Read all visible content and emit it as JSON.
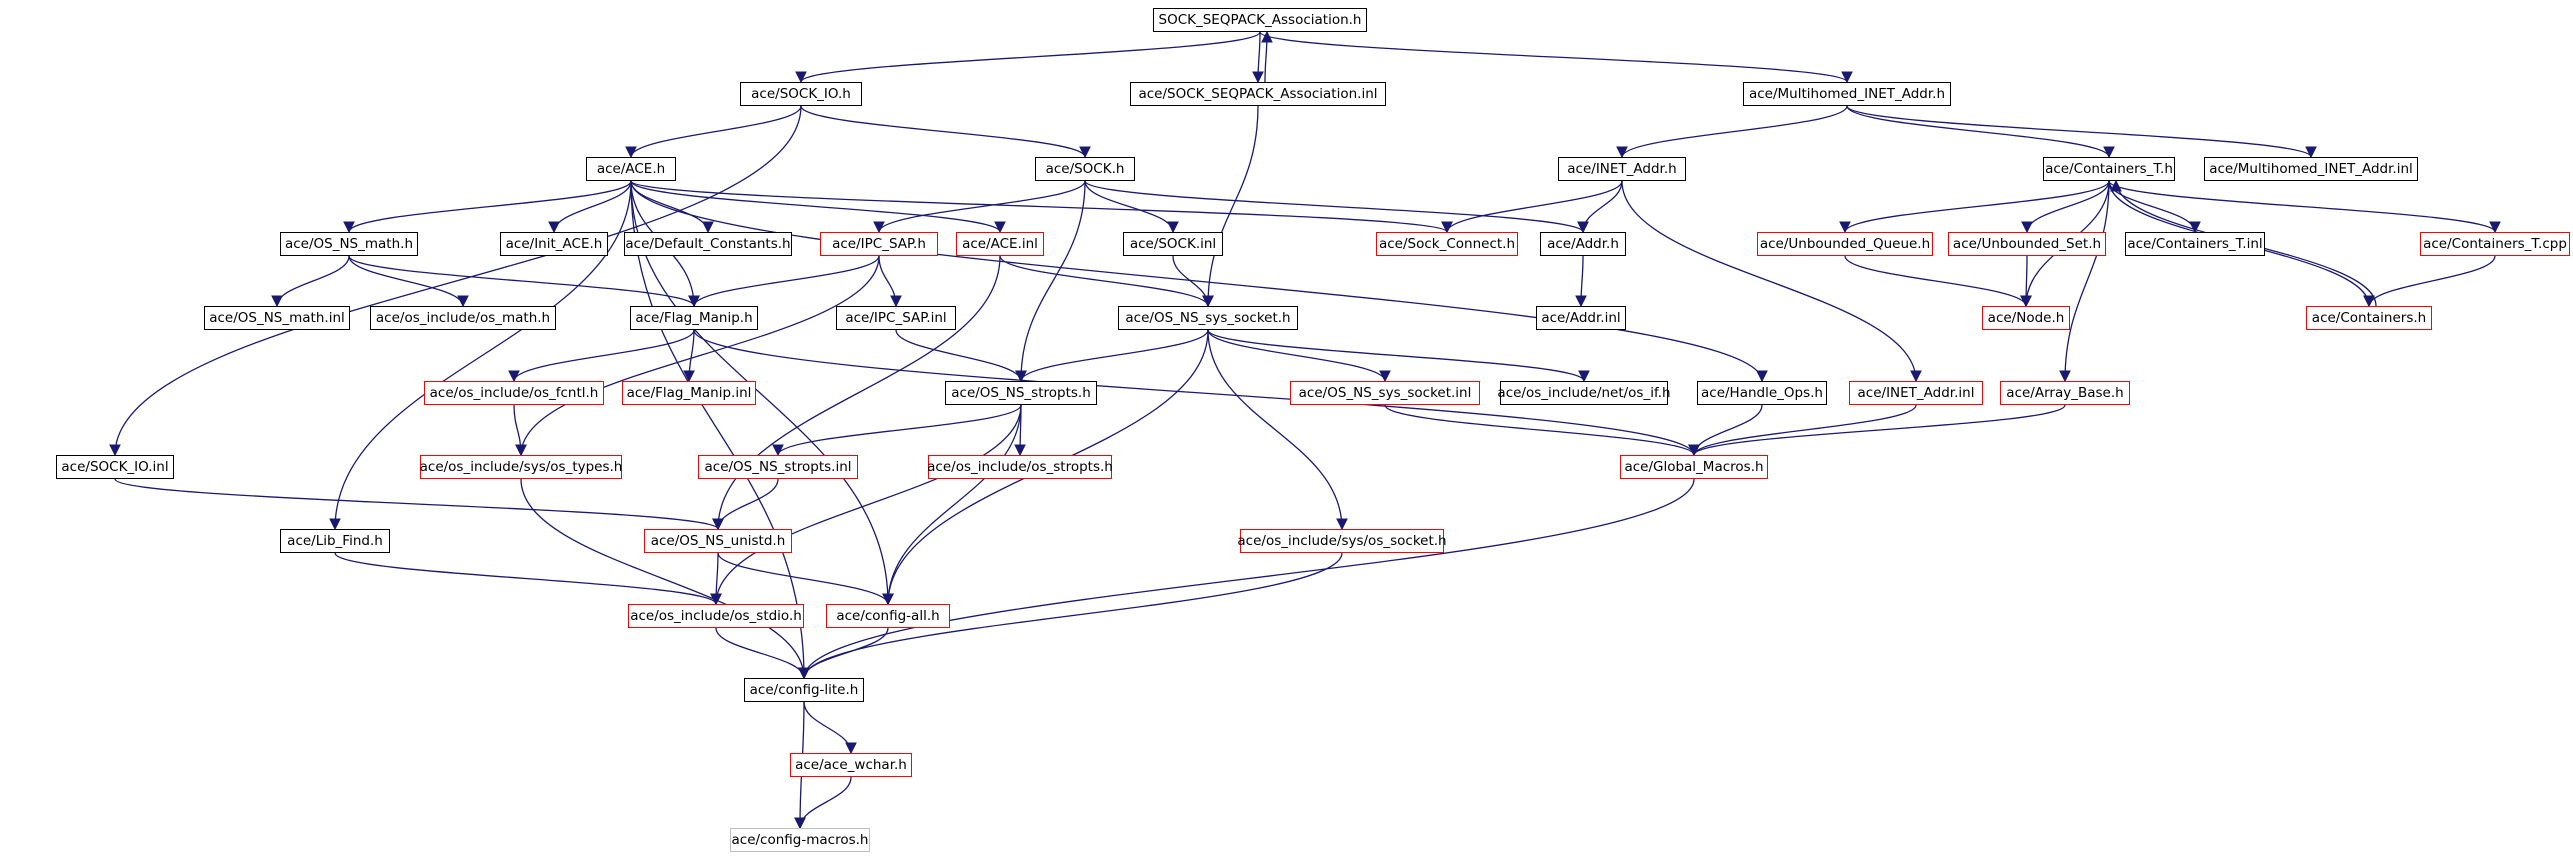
{
  "diagram": {
    "type": "include-dependency-graph",
    "edge_color": "#191970",
    "legend_colors": {
      "normal_border": "#000000",
      "incomplete_border": "#ff0000",
      "root_fill": "#bfbfbf",
      "external_border": "#bfbfbf"
    },
    "nodes": {
      "sock_seqpack_association_h": {
        "label": "SOCK_SEQPACK_Association.h",
        "style": "root"
      },
      "sock_io_h": {
        "label": "ace/SOCK_IO.h",
        "style": "normal"
      },
      "sock_seqpack_association_inl": {
        "label": "ace/SOCK_SEQPACK_Association.inl",
        "style": "normal"
      },
      "multihomed_inet_addr_h": {
        "label": "ace/Multihomed_INET_Addr.h",
        "style": "normal"
      },
      "ace_h": {
        "label": "ace/ACE.h",
        "style": "normal"
      },
      "sock_h": {
        "label": "ace/SOCK.h",
        "style": "normal"
      },
      "inet_addr_h": {
        "label": "ace/INET_Addr.h",
        "style": "normal"
      },
      "containers_t_h": {
        "label": "ace/Containers_T.h",
        "style": "normal"
      },
      "multihomed_inet_addr_inl": {
        "label": "ace/Multihomed_INET_Addr.inl",
        "style": "normal"
      },
      "os_ns_math_h": {
        "label": "ace/OS_NS_math.h",
        "style": "normal"
      },
      "init_ace_h": {
        "label": "ace/Init_ACE.h",
        "style": "normal"
      },
      "default_constants_h": {
        "label": "ace/Default_Constants.h",
        "style": "normal"
      },
      "ipc_sap_h": {
        "label": "ace/IPC_SAP.h",
        "style": "incomplete"
      },
      "ace_inl": {
        "label": "ace/ACE.inl",
        "style": "incomplete"
      },
      "sock_inl": {
        "label": "ace/SOCK.inl",
        "style": "normal"
      },
      "sock_connect_h": {
        "label": "ace/Sock_Connect.h",
        "style": "incomplete"
      },
      "addr_h": {
        "label": "ace/Addr.h",
        "style": "normal"
      },
      "unbounded_queue_h": {
        "label": "ace/Unbounded_Queue.h",
        "style": "incomplete"
      },
      "unbounded_set_h": {
        "label": "ace/Unbounded_Set.h",
        "style": "incomplete"
      },
      "containers_t_inl": {
        "label": "ace/Containers_T.inl",
        "style": "normal"
      },
      "containers_t_cpp": {
        "label": "ace/Containers_T.cpp",
        "style": "incomplete"
      },
      "os_ns_math_inl": {
        "label": "ace/OS_NS_math.inl",
        "style": "normal"
      },
      "os_math_h": {
        "label": "ace/os_include/os_math.h",
        "style": "normal"
      },
      "flag_manip_h": {
        "label": "ace/Flag_Manip.h",
        "style": "normal"
      },
      "ipc_sap_inl": {
        "label": "ace/IPC_SAP.inl",
        "style": "normal"
      },
      "os_ns_sys_socket_h": {
        "label": "ace/OS_NS_sys_socket.h",
        "style": "normal"
      },
      "addr_inl": {
        "label": "ace/Addr.inl",
        "style": "normal"
      },
      "node_h": {
        "label": "ace/Node.h",
        "style": "incomplete"
      },
      "containers_h": {
        "label": "ace/Containers.h",
        "style": "incomplete"
      },
      "os_fcntl_h": {
        "label": "ace/os_include/os_fcntl.h",
        "style": "incomplete"
      },
      "flag_manip_inl": {
        "label": "ace/Flag_Manip.inl",
        "style": "incomplete"
      },
      "os_ns_stropts_h": {
        "label": "ace/OS_NS_stropts.h",
        "style": "normal"
      },
      "os_ns_sys_socket_inl": {
        "label": "ace/OS_NS_sys_socket.inl",
        "style": "incomplete"
      },
      "os_if_h": {
        "label": "ace/os_include/net/os_if.h",
        "style": "normal"
      },
      "handle_ops_h": {
        "label": "ace/Handle_Ops.h",
        "style": "normal"
      },
      "inet_addr_inl": {
        "label": "ace/INET_Addr.inl",
        "style": "incomplete"
      },
      "array_base_h": {
        "label": "ace/Array_Base.h",
        "style": "incomplete"
      },
      "sock_io_inl": {
        "label": "ace/SOCK_IO.inl",
        "style": "normal"
      },
      "os_types_h": {
        "label": "ace/os_include/sys/os_types.h",
        "style": "incomplete"
      },
      "os_ns_stropts_inl": {
        "label": "ace/OS_NS_stropts.inl",
        "style": "incomplete"
      },
      "os_stropts_h": {
        "label": "ace/os_include/os_stropts.h",
        "style": "incomplete"
      },
      "global_macros_h": {
        "label": "ace/Global_Macros.h",
        "style": "incomplete"
      },
      "lib_find_h": {
        "label": "ace/Lib_Find.h",
        "style": "normal"
      },
      "os_ns_unistd_h": {
        "label": "ace/OS_NS_unistd.h",
        "style": "incomplete"
      },
      "os_socket_h": {
        "label": "ace/os_include/sys/os_socket.h",
        "style": "incomplete"
      },
      "os_stdio_h": {
        "label": "ace/os_include/os_stdio.h",
        "style": "incomplete"
      },
      "config_all_h": {
        "label": "ace/config-all.h",
        "style": "incomplete"
      },
      "config_lite_h": {
        "label": "ace/config-lite.h",
        "style": "normal"
      },
      "ace_wchar_h": {
        "label": "ace/ace_wchar.h",
        "style": "incomplete"
      },
      "config_macros_h": {
        "label": "ace/config-macros.h",
        "style": "external"
      }
    },
    "edges": [
      [
        "sock_seqpack_association_h",
        "sock_io_h"
      ],
      [
        "sock_seqpack_association_h",
        "sock_seqpack_association_inl"
      ],
      [
        "sock_seqpack_association_inl",
        "sock_seqpack_association_h"
      ],
      [
        "sock_seqpack_association_h",
        "multihomed_inet_addr_h"
      ],
      [
        "sock_io_h",
        "ace_h"
      ],
      [
        "sock_io_h",
        "sock_h"
      ],
      [
        "sock_io_h",
        "sock_io_inl"
      ],
      [
        "sock_seqpack_association_inl",
        "os_ns_sys_socket_h"
      ],
      [
        "multihomed_inet_addr_h",
        "inet_addr_h"
      ],
      [
        "multihomed_inet_addr_h",
        "containers_t_h"
      ],
      [
        "multihomed_inet_addr_h",
        "multihomed_inet_addr_inl"
      ],
      [
        "ace_h",
        "os_ns_math_h"
      ],
      [
        "ace_h",
        "init_ace_h"
      ],
      [
        "ace_h",
        "default_constants_h"
      ],
      [
        "ace_h",
        "ace_inl"
      ],
      [
        "ace_h",
        "sock_connect_h"
      ],
      [
        "ace_h",
        "flag_manip_h"
      ],
      [
        "ace_h",
        "handle_ops_h"
      ],
      [
        "ace_h",
        "lib_find_h"
      ],
      [
        "ace_h",
        "config_lite_h"
      ],
      [
        "ace_h",
        "config_all_h"
      ],
      [
        "sock_h",
        "ipc_sap_h"
      ],
      [
        "sock_h",
        "sock_inl"
      ],
      [
        "sock_h",
        "addr_h"
      ],
      [
        "sock_h",
        "os_ns_stropts_h"
      ],
      [
        "inet_addr_h",
        "sock_connect_h"
      ],
      [
        "inet_addr_h",
        "addr_h"
      ],
      [
        "inet_addr_h",
        "inet_addr_inl"
      ],
      [
        "containers_t_h",
        "unbounded_queue_h"
      ],
      [
        "containers_t_h",
        "unbounded_set_h"
      ],
      [
        "containers_t_h",
        "containers_t_inl"
      ],
      [
        "containers_t_h",
        "containers_t_cpp"
      ],
      [
        "containers_t_h",
        "containers_h"
      ],
      [
        "containers_h",
        "containers_t_h"
      ],
      [
        "containers_t_h",
        "array_base_h"
      ],
      [
        "containers_t_h",
        "node_h"
      ],
      [
        "containers_t_cpp",
        "containers_h"
      ],
      [
        "os_ns_math_h",
        "os_ns_math_inl"
      ],
      [
        "os_ns_math_h",
        "os_math_h"
      ],
      [
        "os_ns_math_h",
        "flag_manip_h"
      ],
      [
        "ipc_sap_h",
        "flag_manip_h"
      ],
      [
        "ipc_sap_h",
        "ipc_sap_inl"
      ],
      [
        "ipc_sap_h",
        "os_types_h"
      ],
      [
        "ace_inl",
        "os_ns_sys_socket_h"
      ],
      [
        "ace_inl",
        "os_ns_unistd_h"
      ],
      [
        "sock_inl",
        "os_ns_sys_socket_h"
      ],
      [
        "addr_h",
        "addr_inl"
      ],
      [
        "unbounded_queue_h",
        "node_h"
      ],
      [
        "unbounded_set_h",
        "node_h"
      ],
      [
        "flag_manip_h",
        "os_fcntl_h"
      ],
      [
        "flag_manip_h",
        "flag_manip_inl"
      ],
      [
        "flag_manip_h",
        "global_macros_h"
      ],
      [
        "ipc_sap_inl",
        "os_ns_stropts_h"
      ],
      [
        "os_ns_sys_socket_h",
        "os_ns_stropts_h"
      ],
      [
        "os_ns_sys_socket_h",
        "os_ns_sys_socket_inl"
      ],
      [
        "os_ns_sys_socket_h",
        "os_if_h"
      ],
      [
        "os_ns_sys_socket_h",
        "os_socket_h"
      ],
      [
        "os_ns_sys_socket_h",
        "config_all_h"
      ],
      [
        "os_fcntl_h",
        "os_types_h"
      ],
      [
        "os_ns_stropts_h",
        "os_ns_stropts_inl"
      ],
      [
        "os_ns_stropts_h",
        "os_stropts_h"
      ],
      [
        "os_ns_stropts_h",
        "os_stdio_h"
      ],
      [
        "os_ns_stropts_h",
        "config_all_h"
      ],
      [
        "os_ns_sys_socket_inl",
        "global_macros_h"
      ],
      [
        "handle_ops_h",
        "global_macros_h"
      ],
      [
        "inet_addr_inl",
        "global_macros_h"
      ],
      [
        "array_base_h",
        "global_macros_h"
      ],
      [
        "sock_io_inl",
        "os_ns_unistd_h"
      ],
      [
        "os_types_h",
        "config_lite_h"
      ],
      [
        "os_ns_stropts_inl",
        "os_ns_unistd_h"
      ],
      [
        "global_macros_h",
        "config_lite_h"
      ],
      [
        "lib_find_h",
        "os_stdio_h"
      ],
      [
        "os_ns_unistd_h",
        "os_stdio_h"
      ],
      [
        "os_ns_unistd_h",
        "config_all_h"
      ],
      [
        "os_socket_h",
        "config_lite_h"
      ],
      [
        "os_stdio_h",
        "config_lite_h"
      ],
      [
        "config_all_h",
        "config_lite_h"
      ],
      [
        "config_lite_h",
        "ace_wchar_h"
      ],
      [
        "config_lite_h",
        "config_macros_h"
      ],
      [
        "ace_wchar_h",
        "config_macros_h"
      ]
    ]
  }
}
